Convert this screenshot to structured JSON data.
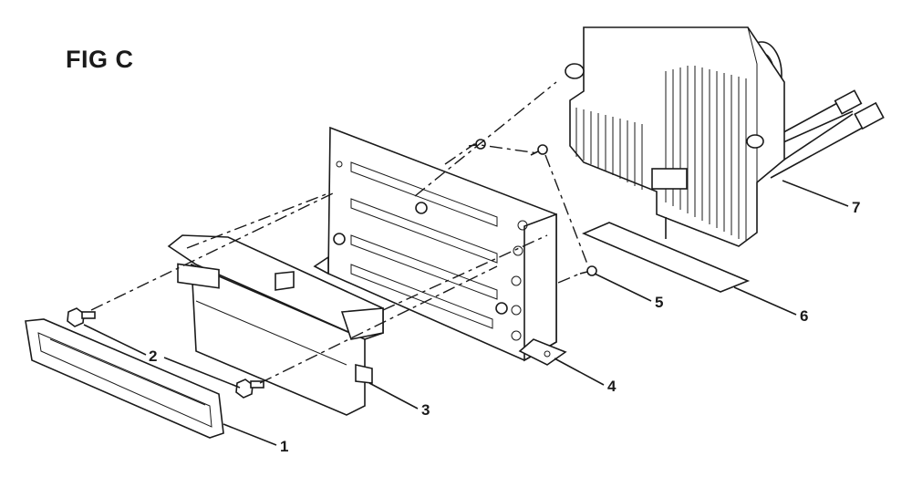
{
  "figure": {
    "title": "FIG C"
  },
  "callouts": [
    "1",
    "2",
    "3",
    "4",
    "5",
    "6",
    "7"
  ],
  "parts": [
    {
      "id": "1",
      "kind": "front-bezel"
    },
    {
      "id": "2",
      "kind": "hex-screws"
    },
    {
      "id": "3",
      "kind": "front-cover"
    },
    {
      "id": "4",
      "kind": "mounting-bracket"
    },
    {
      "id": "5",
      "kind": "screws"
    },
    {
      "id": "6",
      "kind": "gasket-strip"
    },
    {
      "id": "7",
      "kind": "heatsink-module-with-harness"
    }
  ]
}
